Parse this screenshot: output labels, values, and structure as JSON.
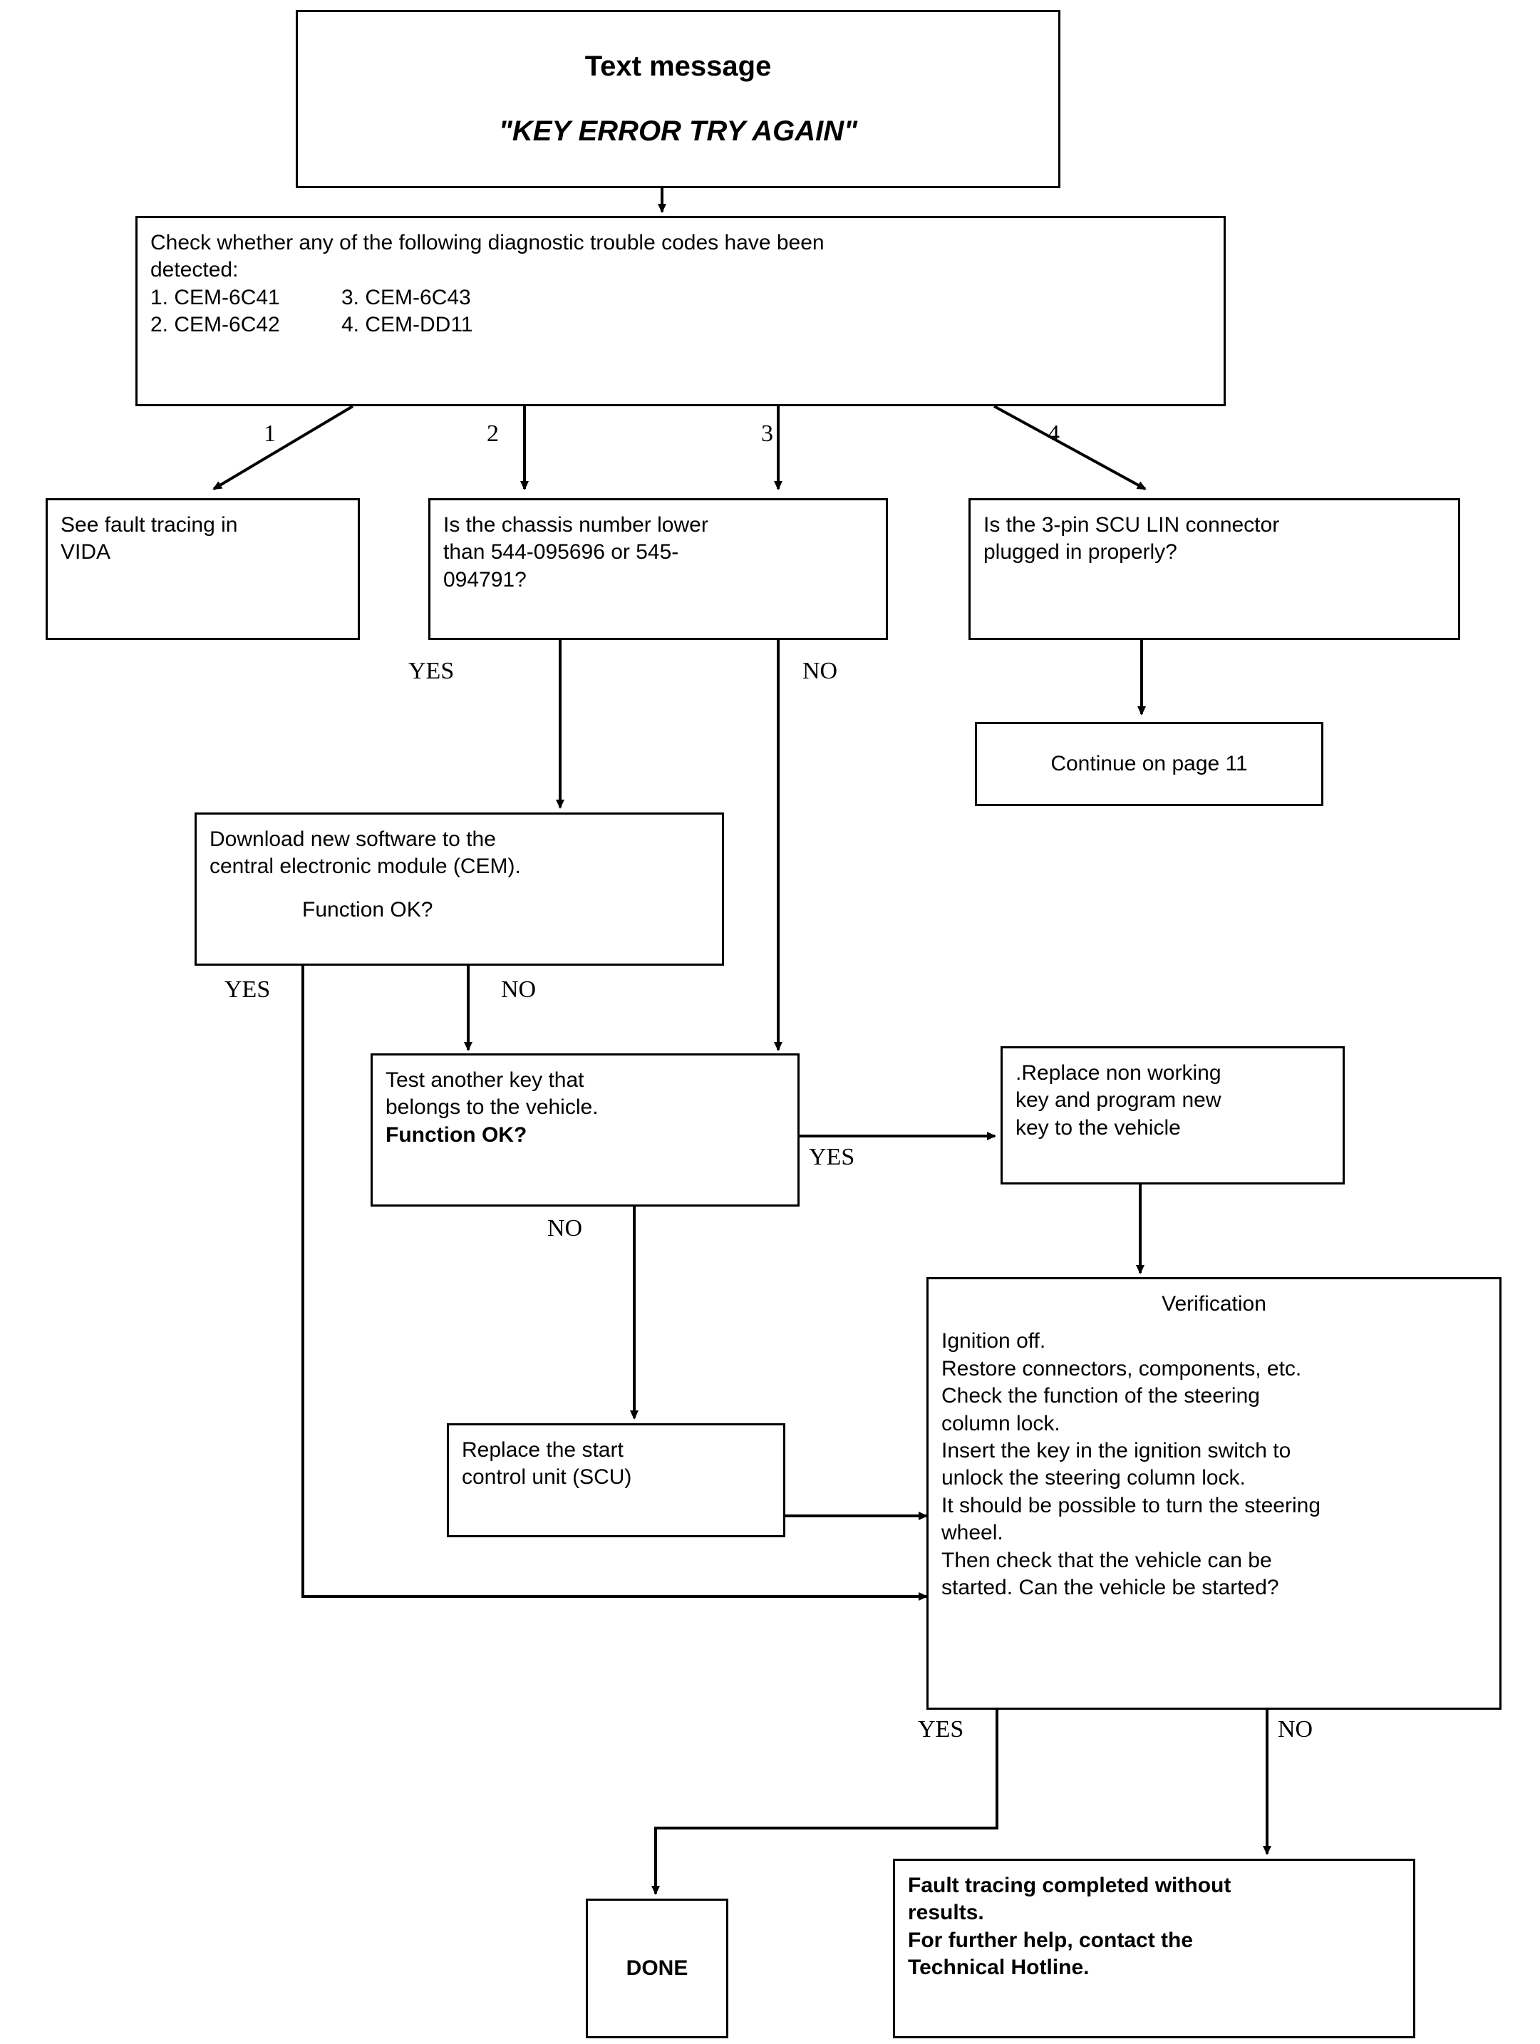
{
  "diagram": {
    "title": "KEY ERROR TRY AGAIN fault tracing flowchart",
    "line_color": "#000000",
    "background": "#ffffff"
  },
  "nodes": {
    "text_message": {
      "heading": "Text message",
      "message": "\"KEY ERROR TRY AGAIN\""
    },
    "check_dtc": {
      "line1": "Check whether any of the following diagnostic trouble codes have been",
      "line2": "detected:",
      "codes_left": [
        "1. CEM-6C41",
        "2. CEM-6C42"
      ],
      "codes_right": [
        "3. CEM-6C43",
        "4. CEM-DD11"
      ]
    },
    "see_vida": {
      "line1": "See fault tracing in",
      "line2": "VIDA"
    },
    "chassis_number": {
      "line1": "Is the chassis number lower",
      "line2": "than 544-095696 or 545-",
      "line3": "094791?"
    },
    "scu_lin": {
      "line1": "Is the 3-pin SCU LIN connector",
      "line2": "plugged in properly?"
    },
    "continue_page": {
      "text": "Continue on page 11"
    },
    "download_sw": {
      "line1": "Download new software to the",
      "line2": "central electronic module (CEM).",
      "line3": "Function OK?"
    },
    "test_another_key": {
      "line1": "Test another key that",
      "line2": "belongs to the vehicle.",
      "line3": "Function OK?"
    },
    "replace_key": {
      "line1": ".Replace non working",
      "line2": "key and program new",
      "line3": "key to the vehicle"
    },
    "replace_scu": {
      "line1": "Replace the start",
      "line2": "control unit (SCU)"
    },
    "verification": {
      "title": "Verification",
      "lines": [
        "Ignition off.",
        "Restore connectors, components, etc.",
        "Check the function of the steering",
        "column lock.",
        "Insert the key in the ignition switch to",
        "unlock the steering column lock.",
        "It should be possible to turn the steering",
        "wheel.",
        "Then check that the vehicle can be",
        "started. Can the vehicle be started?"
      ]
    },
    "done": {
      "text": "DONE"
    },
    "fault_tracing_failed": {
      "line1": "Fault tracing completed without",
      "line2": "results.",
      "line3": "For further help, contact the",
      "line4": "Technical Hotline."
    }
  },
  "branch_numbers": {
    "one": "1",
    "two": "2",
    "three": "3",
    "four": "4"
  },
  "edge_labels": {
    "chassis_yes": "YES",
    "chassis_no": "NO",
    "download_yes": "YES",
    "download_no": "NO",
    "testkey_yes": "YES",
    "testkey_no": "NO",
    "verify_yes": "YES",
    "verify_no": "NO"
  }
}
